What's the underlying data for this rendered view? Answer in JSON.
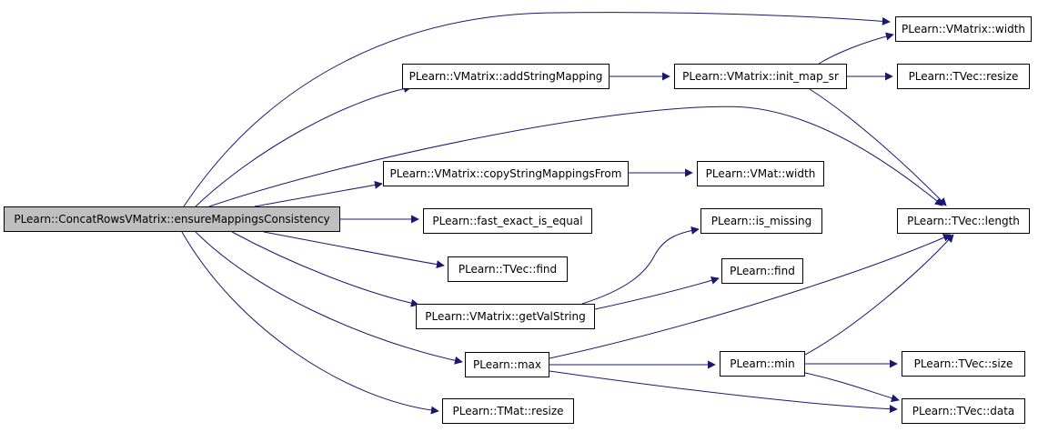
{
  "graph": {
    "edge_color": "#191970",
    "root_fill": "#bfbfbf",
    "nodes": [
      {
        "id": "root",
        "label": "PLearn::ConcatRowsVMatrix::ensureMappingsConsistency"
      },
      {
        "id": "vmatrix_width",
        "label": "PLearn::VMatrix::width"
      },
      {
        "id": "add_string_mapping",
        "label": "PLearn::VMatrix::addStringMapping"
      },
      {
        "id": "init_map_sr",
        "label": "PLearn::VMatrix::init_map_sr"
      },
      {
        "id": "tvec_resize",
        "label": "PLearn::TVec::resize"
      },
      {
        "id": "copy_string_mappings_from",
        "label": "PLearn::VMatrix::copyStringMappingsFrom"
      },
      {
        "id": "vmat_width",
        "label": "PLearn::VMat::width"
      },
      {
        "id": "fast_exact_is_equal",
        "label": "PLearn::fast_exact_is_equal"
      },
      {
        "id": "is_missing",
        "label": "PLearn::is_missing"
      },
      {
        "id": "tvec_length",
        "label": "PLearn::TVec::length"
      },
      {
        "id": "tvec_find",
        "label": "PLearn::TVec::find"
      },
      {
        "id": "plearn_find",
        "label": "PLearn::find"
      },
      {
        "id": "get_val_string",
        "label": "PLearn::VMatrix::getValString"
      },
      {
        "id": "plearn_max",
        "label": "PLearn::max"
      },
      {
        "id": "plearn_min",
        "label": "PLearn::min"
      },
      {
        "id": "tvec_size",
        "label": "PLearn::TVec::size"
      },
      {
        "id": "tmat_resize",
        "label": "PLearn::TMat::resize"
      },
      {
        "id": "tvec_data",
        "label": "PLearn::TVec::data"
      }
    ],
    "edges": [
      {
        "from": "root",
        "to": "vmatrix_width"
      },
      {
        "from": "root",
        "to": "add_string_mapping"
      },
      {
        "from": "root",
        "to": "tvec_length"
      },
      {
        "from": "root",
        "to": "copy_string_mappings_from"
      },
      {
        "from": "root",
        "to": "fast_exact_is_equal"
      },
      {
        "from": "root",
        "to": "tvec_find"
      },
      {
        "from": "root",
        "to": "get_val_string"
      },
      {
        "from": "root",
        "to": "plearn_max"
      },
      {
        "from": "root",
        "to": "tmat_resize"
      },
      {
        "from": "add_string_mapping",
        "to": "init_map_sr"
      },
      {
        "from": "init_map_sr",
        "to": "vmatrix_width"
      },
      {
        "from": "init_map_sr",
        "to": "tvec_resize"
      },
      {
        "from": "init_map_sr",
        "to": "tvec_length"
      },
      {
        "from": "copy_string_mappings_from",
        "to": "vmat_width"
      },
      {
        "from": "get_val_string",
        "to": "is_missing"
      },
      {
        "from": "get_val_string",
        "to": "plearn_find"
      },
      {
        "from": "plearn_max",
        "to": "tvec_length"
      },
      {
        "from": "plearn_max",
        "to": "plearn_min"
      },
      {
        "from": "plearn_max",
        "to": "tvec_data"
      },
      {
        "from": "plearn_min",
        "to": "tvec_length"
      },
      {
        "from": "plearn_min",
        "to": "tvec_size"
      },
      {
        "from": "plearn_min",
        "to": "tvec_data"
      }
    ]
  }
}
